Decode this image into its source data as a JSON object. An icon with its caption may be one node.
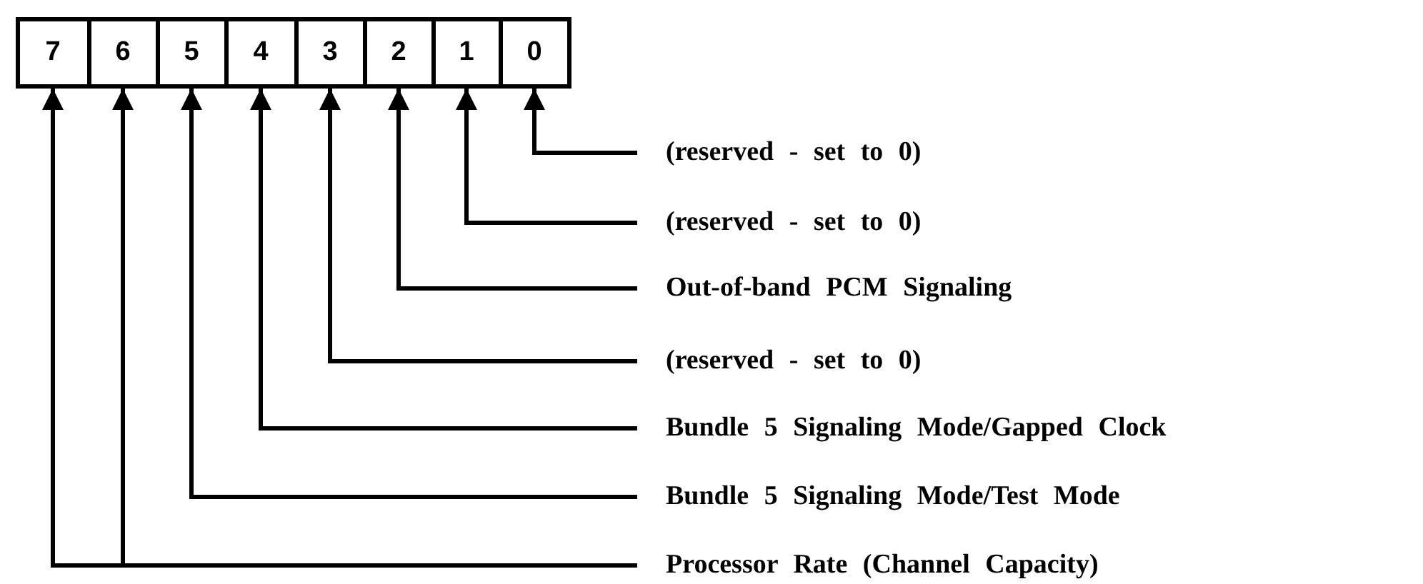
{
  "diagram": {
    "nodes": [
      {
        "text": [
          "7"
        ]
      },
      {
        "text": [
          "6"
        ]
      },
      {
        "text": [
          "5"
        ]
      },
      {
        "text": [
          "4"
        ]
      },
      {
        "text": [
          "3"
        ]
      },
      {
        "text": [
          "2"
        ]
      },
      {
        "text": [
          "1"
        ]
      },
      {
        "text": [
          "0"
        ]
      },
      {
        "text": [
          "(reserved - set to 0)"
        ]
      },
      {
        "text": [
          "(reserved - set to 0)"
        ]
      },
      {
        "text": [
          "Out-of-band PCM Signaling"
        ]
      },
      {
        "text": [
          "(reserved - set to 0)"
        ]
      },
      {
        "text": [
          "Bundle 5 Signaling Mode/Gapped Clock"
        ]
      },
      {
        "text": [
          "Bundle 5 Signaling Mode/Test Mode"
        ]
      },
      {
        "text": [
          "Processor Rate (Channel Capacity)"
        ]
      }
    ],
    "edges": [
      {
        "from": 8,
        "to": 7,
        "arrow": "to"
      },
      {
        "from": 9,
        "to": 6,
        "arrow": "to"
      },
      {
        "from": 10,
        "to": 5,
        "arrow": "to"
      },
      {
        "from": 11,
        "to": 4,
        "arrow": "to"
      },
      {
        "from": 12,
        "to": 3,
        "arrow": "to"
      },
      {
        "from": 13,
        "to": 2,
        "arrow": "to"
      },
      {
        "from": 14,
        "to": 0,
        "arrow": "to"
      },
      {
        "from": 14,
        "to": 1,
        "arrow": "to"
      }
    ]
  }
}
